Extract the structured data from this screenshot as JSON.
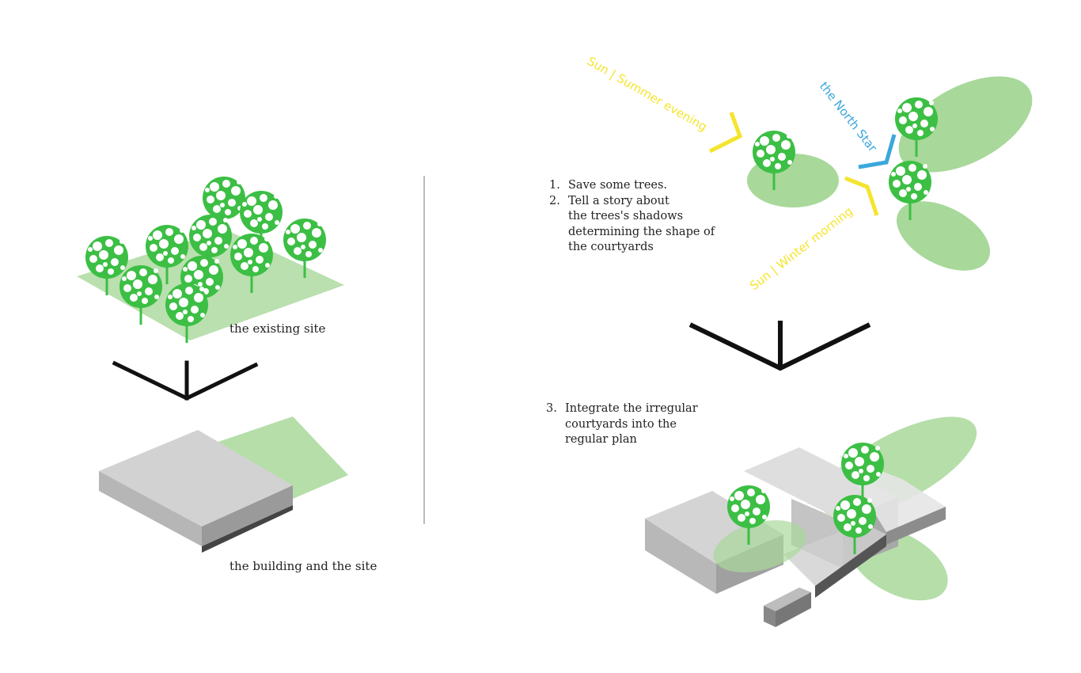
{
  "colors": {
    "tree": "#3cbf44",
    "shadow": "#a8d89a",
    "sun": "#f5e42c",
    "north": "#3aa7dd",
    "arrow": "#111111",
    "building_top": "#d2d2d2",
    "building_front": "#b4b4b4",
    "building_dark": "#444444",
    "text": "#222222"
  },
  "labels": {
    "existing_site": "the existing site",
    "building_site": "the building and the site",
    "sun_summer": "Sun | Summer evening",
    "sun_winter": "Sun | Winter morning",
    "north_star": "the North Star"
  },
  "steps_top": [
    {
      "num": "1.",
      "text": [
        "Save some trees."
      ]
    },
    {
      "num": "2.",
      "text": [
        "Tell a story about",
        "the trees's shadows",
        "determining the shape of",
        "the courtyards"
      ]
    }
  ],
  "steps_bottom": [
    {
      "num": "3.",
      "text": [
        "Integrate the irregular",
        "courtyards into the",
        "regular plan"
      ]
    }
  ],
  "icons": [
    "tree-icon",
    "arrow-down-icon",
    "sun-direction-arrow-icon",
    "north-direction-arrow-icon"
  ]
}
